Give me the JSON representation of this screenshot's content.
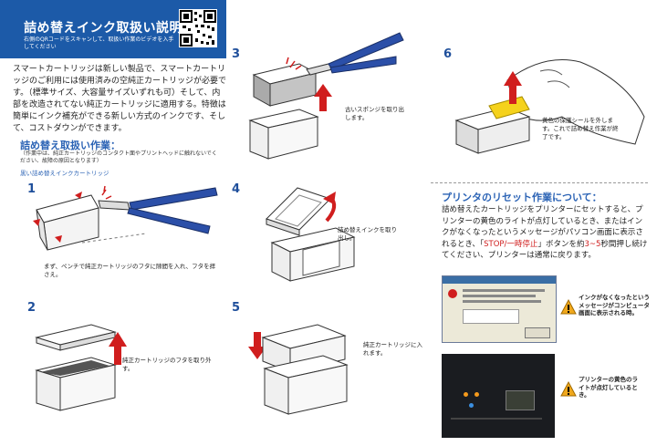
{
  "header": {
    "title": "詰め替えインク取扱い説明書",
    "subtitle": "右側のQRコードをスキャンして、取扱い作業のビデオを入手してください"
  },
  "intro": {
    "text": "スマートカートリッジは新しい製品で、スマートカートリッジのご利用には使用済みの空純正カートリッジが必要です。（標準サイズ、大容量サイズいずれも可）そして、内部を改造されてない純正カートリッジに適用する。特徴は簡単にインク補充ができる新しい方式のインクです、そして、コストダウンができます。"
  },
  "section": {
    "title": "詰め替え取扱い作業：",
    "note": "（作業中は、純正カートリッジのコンタクト面やプリントヘッドに触れないでください、故障の原因となります）",
    "label": "黒い詰め替えインクカートリッジ"
  },
  "steps": [
    {
      "num": "1",
      "caption": "まず、ペンチで純正カートリッジのフタに隙間を入れ、フタを拝さえ。"
    },
    {
      "num": "2",
      "caption": "純正カートリッジのフタを取り外す。"
    },
    {
      "num": "3",
      "caption": "古いスポンジを取り出します。"
    },
    {
      "num": "4",
      "caption": "詰め替えインクを取り出し。"
    },
    {
      "num": "5",
      "caption": "純正カートリッジに入れます。"
    },
    {
      "num": "6",
      "caption": "黄色の保護シールを外します。これで詰め替え作業が終了です。"
    }
  ],
  "reset": {
    "title": "プリンタのリセット作業について：",
    "body_1": "詰め替えたカートリッジをプリンターにセットすると、プリンターの黄色のライトが点灯しているとき、またはインクがなくなったというメッセージがパソコン画面に表示されるとき、「",
    "body_red": "STOP/一時停止",
    "body_2": "」ボタンを約",
    "body_red2": "3~5",
    "body_3": "秒間押し続けてください、プリンターは通常に戻ります。",
    "warn_1": "インクがなくなったというメッセージがコンピュータ画面に表示される時。",
    "warn_2": "プリンターの黄色のライトが点灯していると き。"
  },
  "colors": {
    "brand": "#1c5aa8",
    "accent": "#2b63b5",
    "red": "#d01e1e",
    "handle": "#2b4fa8",
    "yellow": "#f5d21c"
  },
  "icons": [
    "qr-code-icon",
    "pliers-icon",
    "arrow-up-icon",
    "arrow-down-icon",
    "warning-icon",
    "cartridge-icon"
  ]
}
